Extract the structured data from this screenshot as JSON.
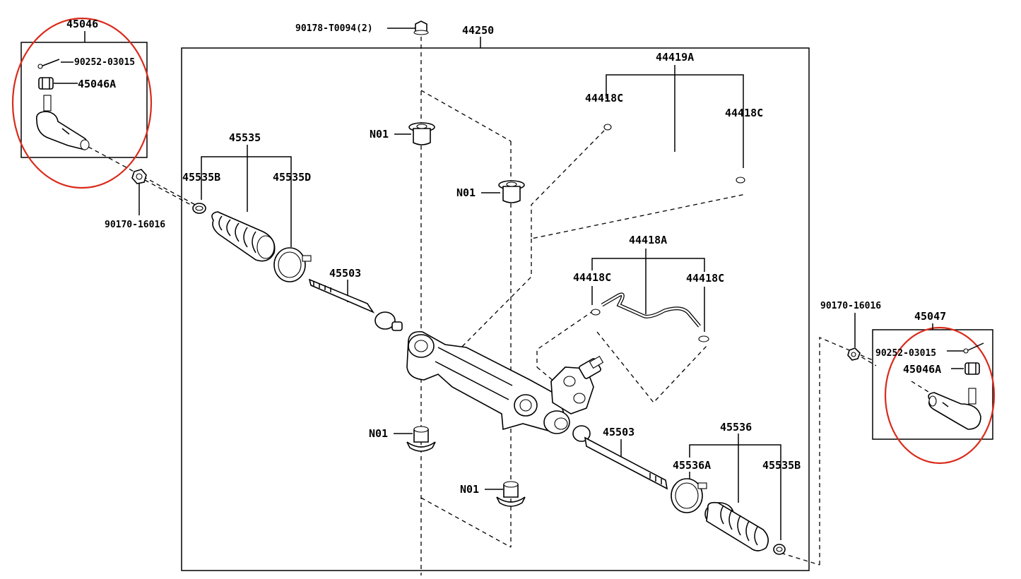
{
  "labels": {
    "tie_rod_end_lh": "45046",
    "cotter_pin_lh": "90252-03015",
    "castle_nut_lh": "45046A",
    "nut_top": "90178-T0094(2)",
    "gear_assy": "44250",
    "tube_set_upper": "44419A",
    "tube_seal_upper_l": "44418C",
    "tube_seal_upper_r": "44418C",
    "boot_kit_lh": "45535",
    "clamp_lh": "45535B",
    "band_lh": "45535D",
    "nut_lh": "90170-16016",
    "bushing_1": "N01",
    "bushing_2": "N01",
    "bushing_3": "N01",
    "bushing_4": "N01",
    "tube_set_lower": "44418A",
    "tube_seal_lower_l": "44418C",
    "tube_seal_lower_r": "44418C",
    "rack_end_lh": "45503",
    "rack_end_rh": "45503",
    "nut_rh": "90170-16016",
    "tie_rod_end_rh": "45047",
    "cotter_pin_rh": "90252-03015",
    "castle_nut_rh": "45046A",
    "boot_kit_rh": "45536",
    "band_rh": "45536A",
    "clamp_rh": "45535B"
  },
  "highlight_color": "#d92b1b"
}
